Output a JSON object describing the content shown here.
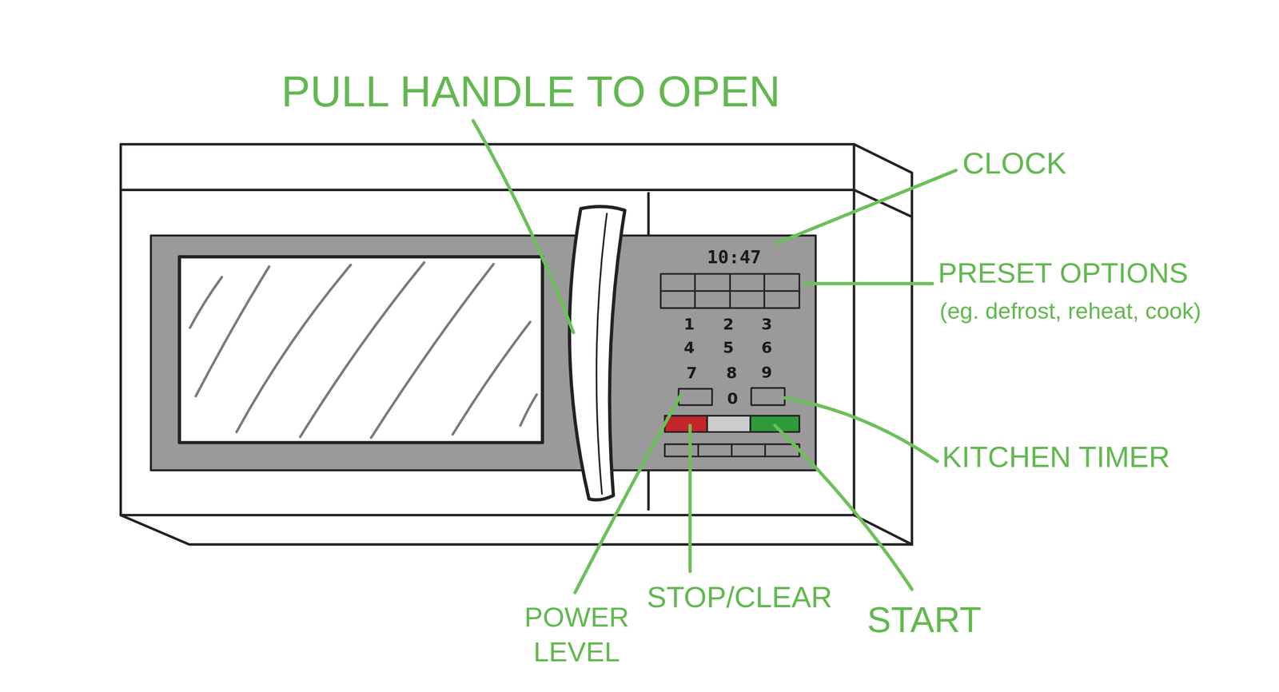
{
  "diagram": {
    "nodes": [
      {
        "text": [
          "10:47",
          "1",
          "2",
          "3",
          "4",
          "5",
          "6",
          "7",
          "8",
          "9",
          "0"
        ]
      }
    ],
    "labels": [
      "PULL HANDLE TO OPEN",
      "CLOCK",
      "PRESET OPTIONS",
      "(eg. defrost, reheat, cook)",
      "KITCHEN TIMER",
      "POWER LEVEL",
      "STOP/CLEAR",
      "START"
    ]
  }
}
